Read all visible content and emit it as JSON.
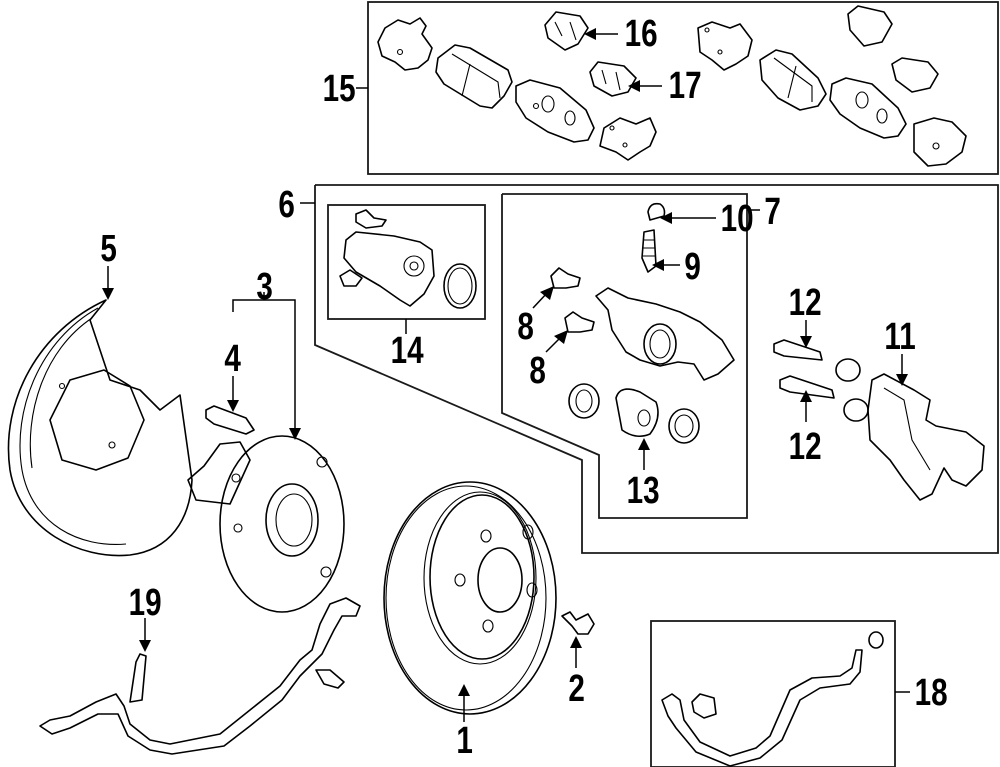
{
  "diagram": {
    "title": "Rear brake assembly exploded parts diagram",
    "colors": {
      "line": "#000000",
      "background": "#ffffff"
    },
    "callouts": [
      {
        "id": "1",
        "label": "1",
        "part": "brake-rotor"
      },
      {
        "id": "2",
        "label": "2",
        "part": "rotor-screw"
      },
      {
        "id": "3",
        "label": "3",
        "part": "hub-bearing-assembly"
      },
      {
        "id": "4",
        "label": "4",
        "part": "hub-bolt"
      },
      {
        "id": "5",
        "label": "5",
        "part": "splash-shield"
      },
      {
        "id": "6",
        "label": "6",
        "part": "caliper-assembly-group"
      },
      {
        "id": "7",
        "label": "7",
        "part": "caliper-body-group"
      },
      {
        "id": "8a",
        "label": "8",
        "part": "caliper-bolt"
      },
      {
        "id": "8b",
        "label": "8",
        "part": "caliper-bolt"
      },
      {
        "id": "9",
        "label": "9",
        "part": "bleeder-screw"
      },
      {
        "id": "10",
        "label": "10",
        "part": "bleeder-cap"
      },
      {
        "id": "11",
        "label": "11",
        "part": "caliper-bracket"
      },
      {
        "id": "12a",
        "label": "12",
        "part": "guide-pin-bolt"
      },
      {
        "id": "12b",
        "label": "12",
        "part": "guide-pin-bolt"
      },
      {
        "id": "13",
        "label": "13",
        "part": "piston-seal-kit"
      },
      {
        "id": "14",
        "label": "14",
        "part": "parking-brake-motor"
      },
      {
        "id": "15",
        "label": "15",
        "part": "brake-pad-set"
      },
      {
        "id": "16",
        "label": "16",
        "part": "pad-retainer-clip-upper"
      },
      {
        "id": "17",
        "label": "17",
        "part": "pad-retainer-clip-lower"
      },
      {
        "id": "18",
        "label": "18",
        "part": "abs-sensor-right"
      },
      {
        "id": "19",
        "label": "19",
        "part": "abs-sensor-left"
      }
    ]
  }
}
